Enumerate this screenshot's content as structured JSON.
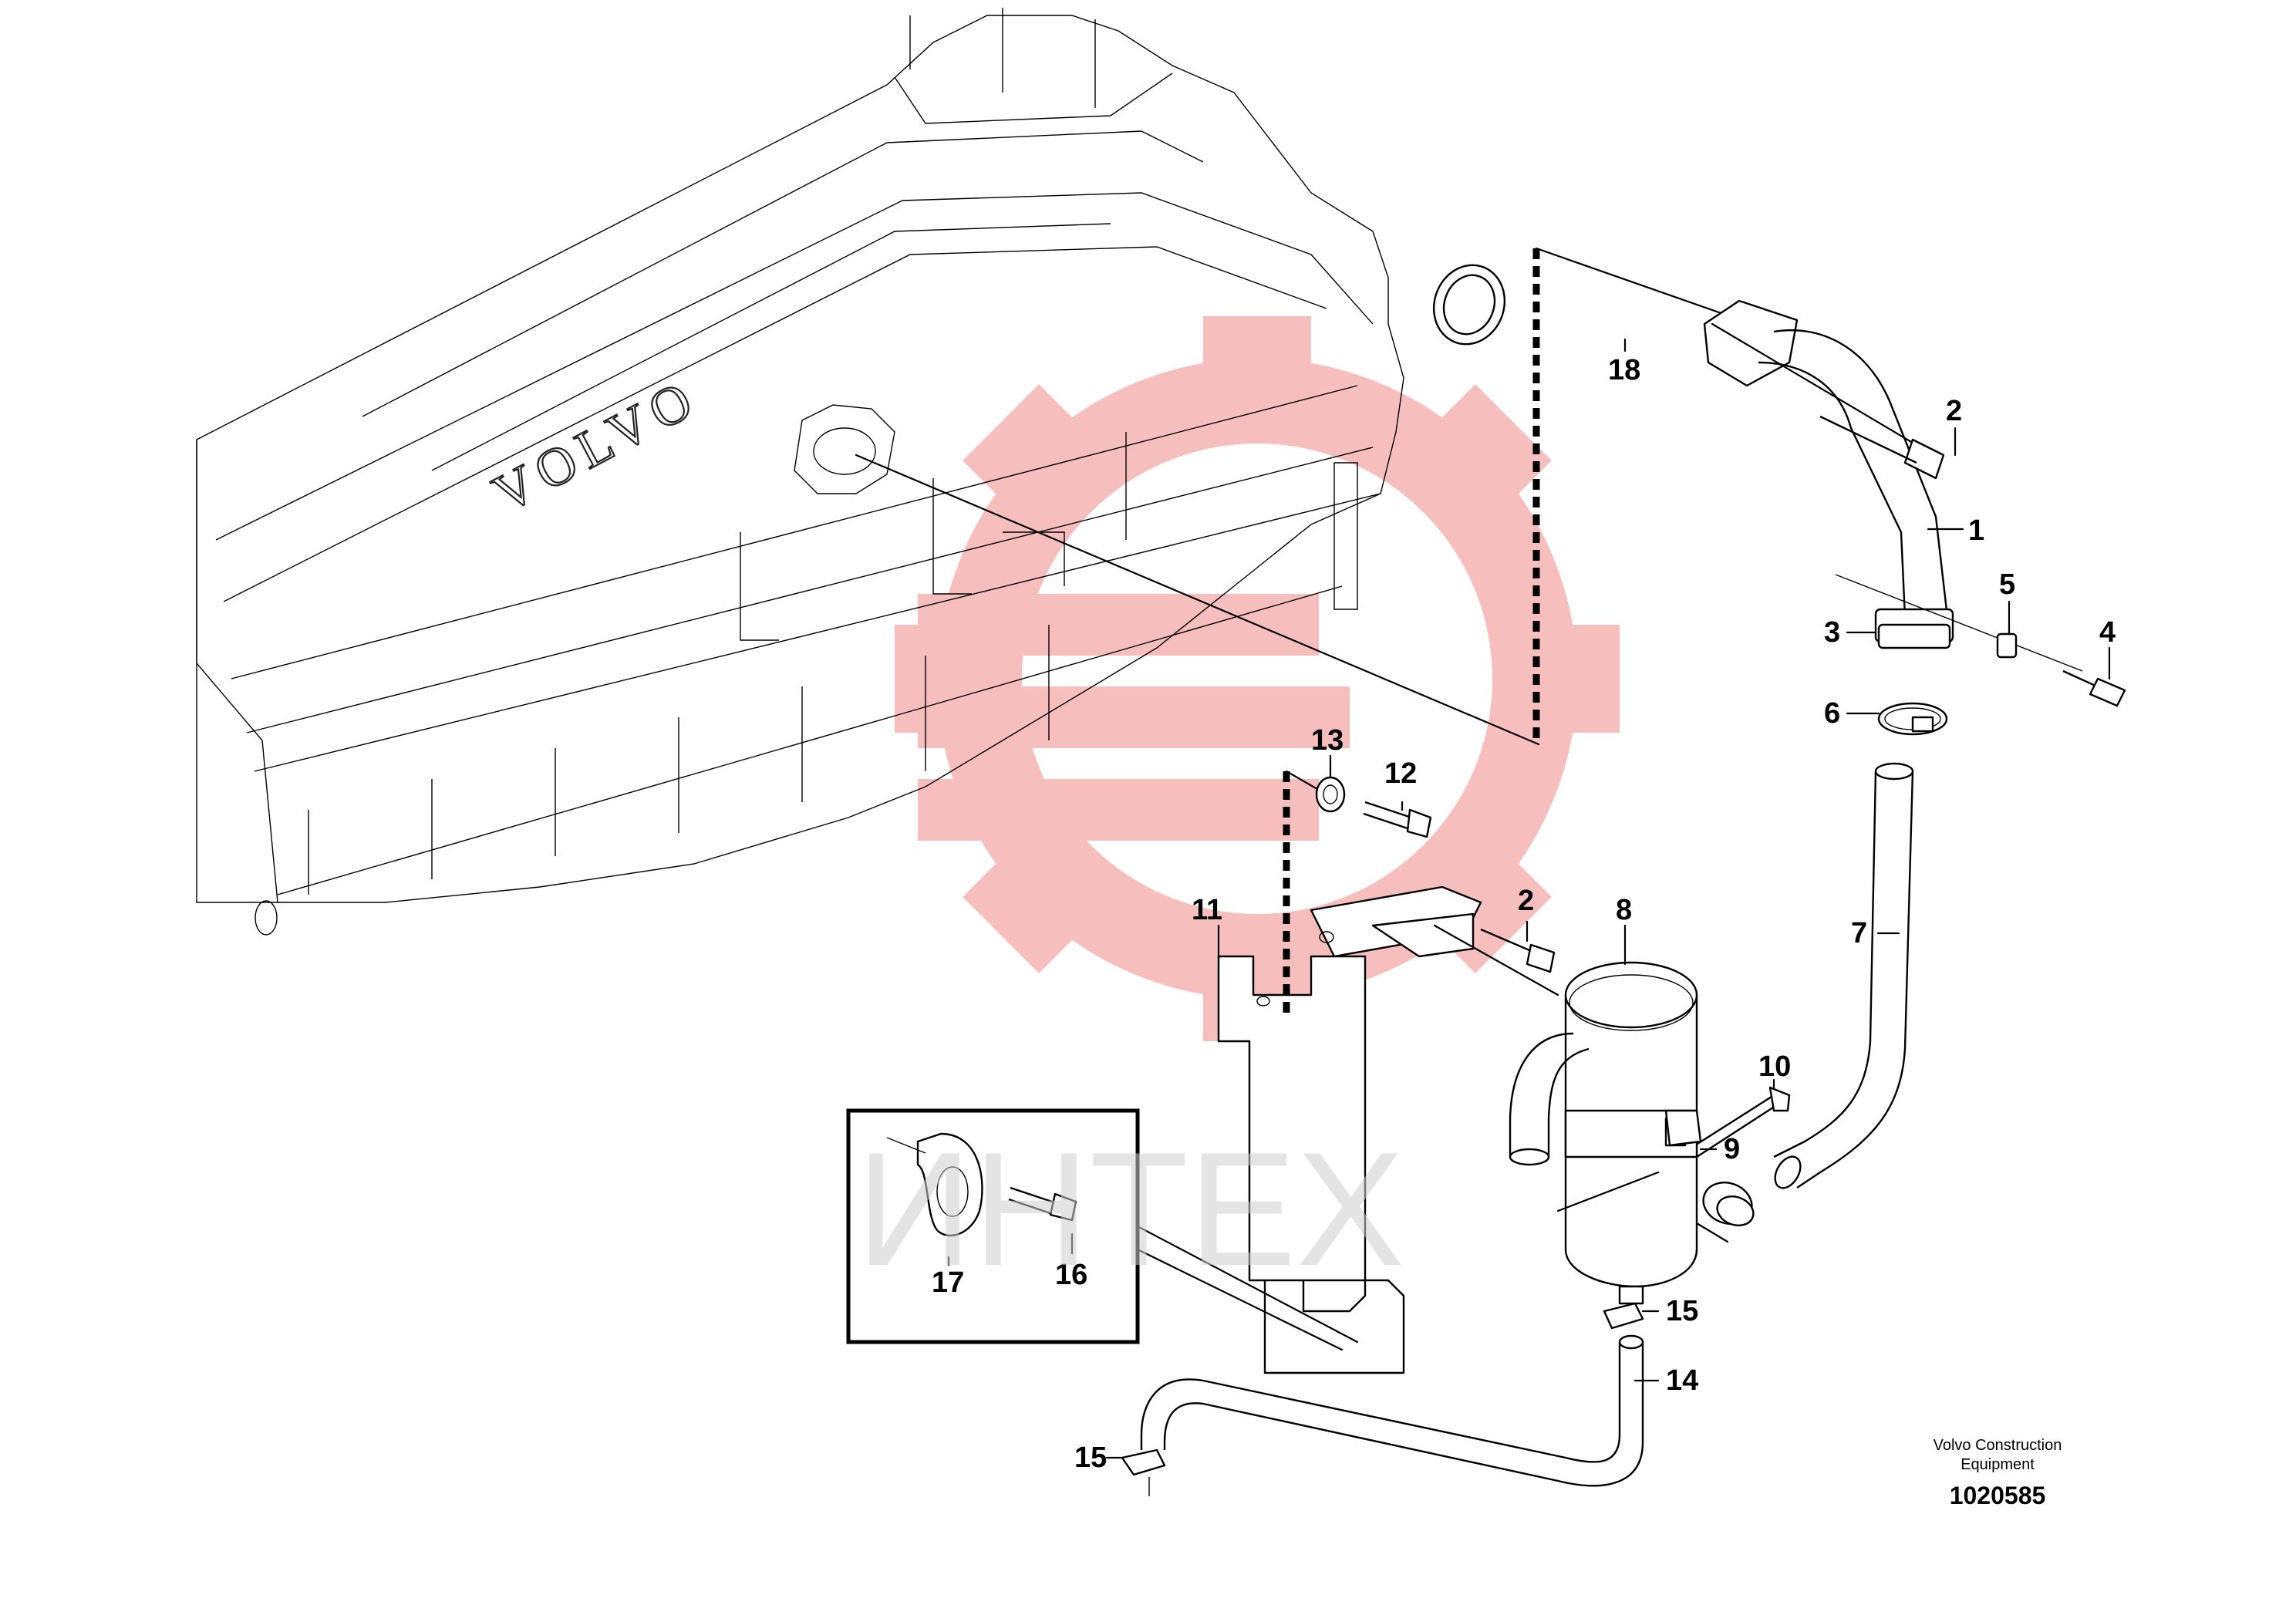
{
  "engine": {
    "brand_text": "VOLVO"
  },
  "watermark": {
    "text": "ИНТЕХ",
    "color": "#f28a8a"
  },
  "parts": [
    {
      "key": "p1",
      "label": "1"
    },
    {
      "key": "p2a",
      "label": "2"
    },
    {
      "key": "p2b",
      "label": "2"
    },
    {
      "key": "p3",
      "label": "3"
    },
    {
      "key": "p4",
      "label": "4"
    },
    {
      "key": "p5",
      "label": "5"
    },
    {
      "key": "p6",
      "label": "6"
    },
    {
      "key": "p7",
      "label": "7"
    },
    {
      "key": "p8",
      "label": "8"
    },
    {
      "key": "p9",
      "label": "9"
    },
    {
      "key": "p10",
      "label": "10"
    },
    {
      "key": "p11",
      "label": "11"
    },
    {
      "key": "p12",
      "label": "12"
    },
    {
      "key": "p13",
      "label": "13"
    },
    {
      "key": "p14",
      "label": "14"
    },
    {
      "key": "p15a",
      "label": "15"
    },
    {
      "key": "p15b",
      "label": "15"
    },
    {
      "key": "p16",
      "label": "16"
    },
    {
      "key": "p17",
      "label": "17"
    },
    {
      "key": "p18",
      "label": "18"
    }
  ],
  "credit": {
    "line1": "Volvo Construction",
    "line2": "Equipment",
    "doc_number": "1020585"
  }
}
